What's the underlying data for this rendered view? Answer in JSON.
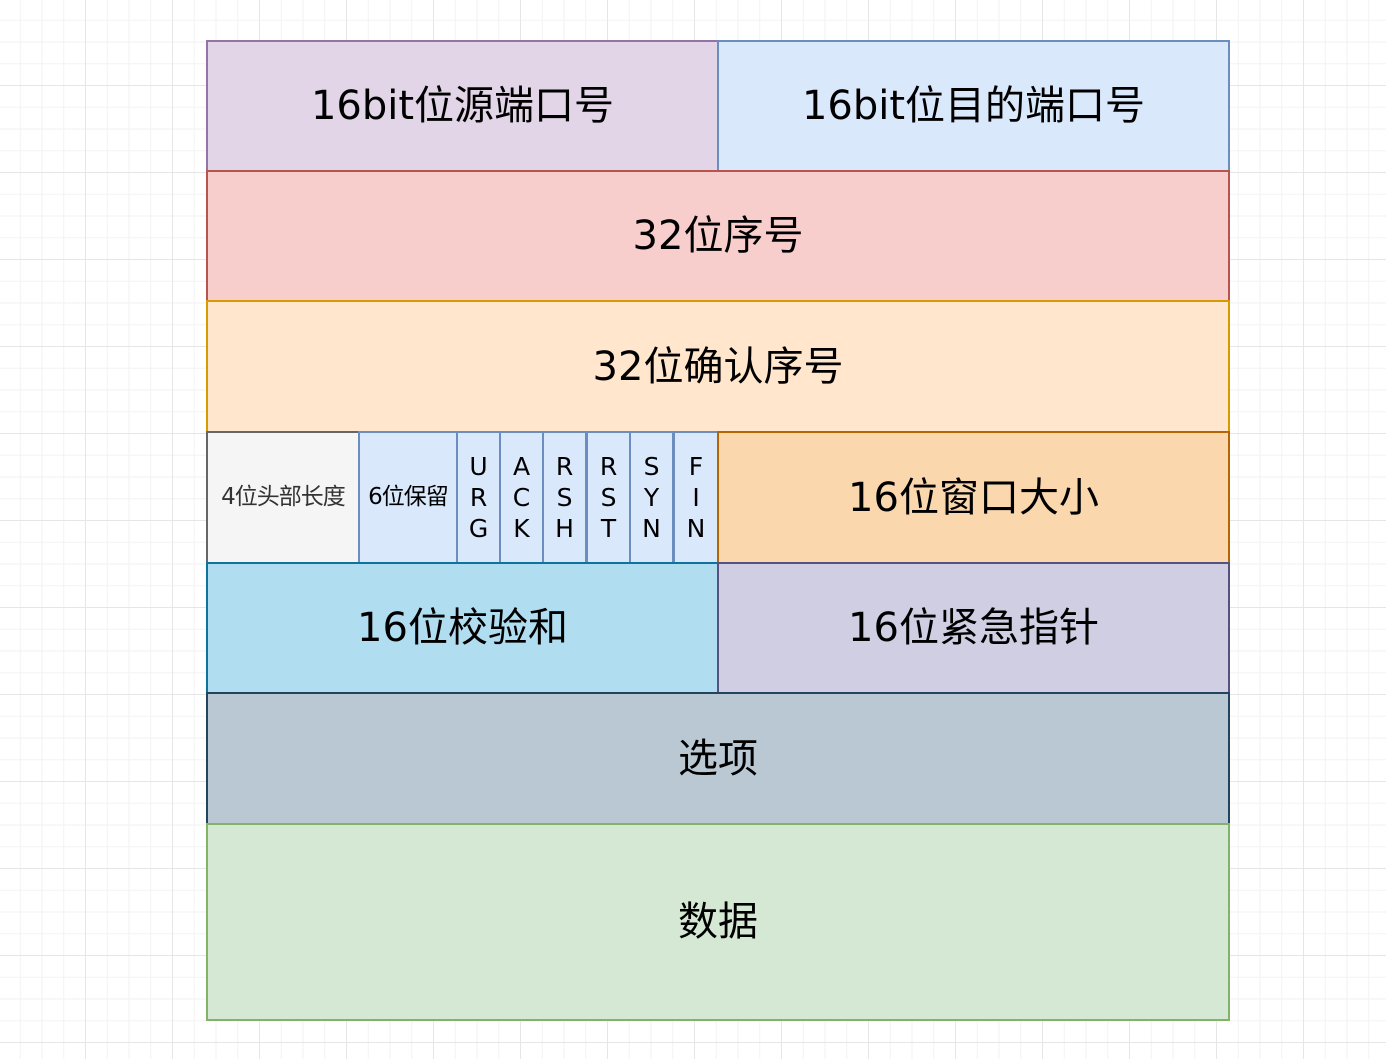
{
  "header": {
    "src_port": "16bit位源端口号",
    "dst_port": "16bit位目的端口号",
    "seq_num": "32位序号",
    "ack_num": "32位确认序号",
    "header_len": "4位头部长度",
    "reserved": "6位保留",
    "flags": [
      {
        "chars": [
          "U",
          "R",
          "G"
        ]
      },
      {
        "chars": [
          "A",
          "C",
          "K"
        ]
      },
      {
        "chars": [
          "R",
          "S",
          "H"
        ]
      },
      {
        "chars": [
          "R",
          "S",
          "T"
        ]
      },
      {
        "chars": [
          "S",
          "Y",
          "N"
        ]
      },
      {
        "chars": [
          "F",
          "I",
          "N"
        ]
      }
    ],
    "window_size": "16位窗口大小",
    "checksum": "16位校验和",
    "urgent_ptr": "16位紧急指针",
    "options": "选项",
    "data": "数据"
  },
  "colors": {
    "src_port": "#e1d5e7",
    "dst_port": "#dae8fc",
    "seq_num": "#f8cecc",
    "ack_num": "#ffe6cc",
    "header_len": "#f5f5f5",
    "reserved_flags": "#dae8fc",
    "window_size": "#fad7ac",
    "checksum": "#b1ddf0",
    "urgent_ptr": "#d0cee2",
    "options": "#bac8d3",
    "data": "#d5e8d4"
  }
}
